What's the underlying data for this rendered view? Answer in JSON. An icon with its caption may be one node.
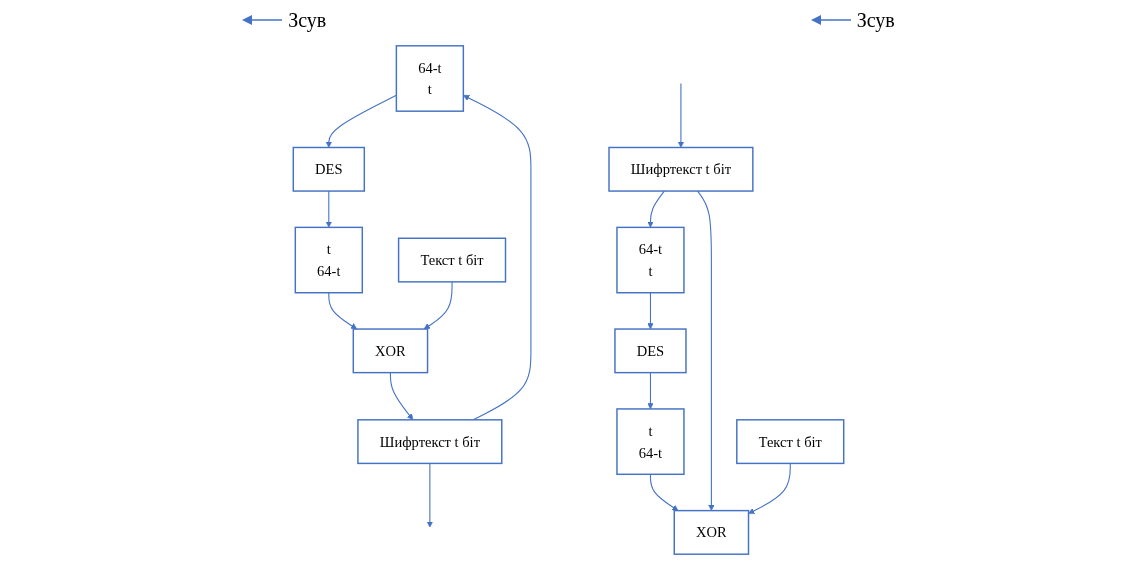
{
  "diagram": {
    "nodes": [
      {
        "text": [
          "64-t",
          "t"
        ]
      },
      {
        "text": [
          "DES"
        ]
      },
      {
        "text": [
          "t",
          "64-t"
        ]
      },
      {
        "text": [
          "XOR"
        ]
      },
      {
        "text": [
          "Текст t біт"
        ]
      },
      {
        "text": [
          "Шифртекст t біт"
        ]
      },
      {
        "text": [
          "64-t",
          "t"
        ]
      },
      {
        "text": [
          "DES"
        ]
      },
      {
        "text": [
          "t",
          "64-t"
        ]
      },
      {
        "text": [
          "Шифртекст t біт"
        ]
      },
      {
        "text": [
          "XOR"
        ]
      },
      {
        "text": [
          "Текст t біт"
        ]
      }
    ],
    "edges": [
      {
        "from": 0,
        "to": 1,
        "arrow": "to"
      },
      {
        "from": 1,
        "to": 2,
        "arrow": "to"
      },
      {
        "from": 2,
        "to": 3,
        "arrow": "to"
      },
      {
        "from": 4,
        "to": 3,
        "arrow": "to"
      },
      {
        "from": 3,
        "to": 5,
        "arrow": "to"
      },
      {
        "from": 5,
        "to": 0,
        "arrow": "to"
      },
      {
        "from": 5,
        "to": null,
        "arrow": "to"
      },
      {
        "from": null,
        "to": 9,
        "arrow": "to"
      },
      {
        "from": 9,
        "to": 6,
        "arrow": "to"
      },
      {
        "from": 6,
        "to": 7,
        "arrow": "to"
      },
      {
        "from": 7,
        "to": 8,
        "arrow": "to"
      },
      {
        "from": 8,
        "to": 10,
        "arrow": "to"
      },
      {
        "from": 9,
        "to": 10,
        "arrow": "to"
      },
      {
        "from": 11,
        "to": 10,
        "arrow": "to"
      }
    ],
    "labels": [
      "Зсув",
      "Зсув"
    ]
  }
}
